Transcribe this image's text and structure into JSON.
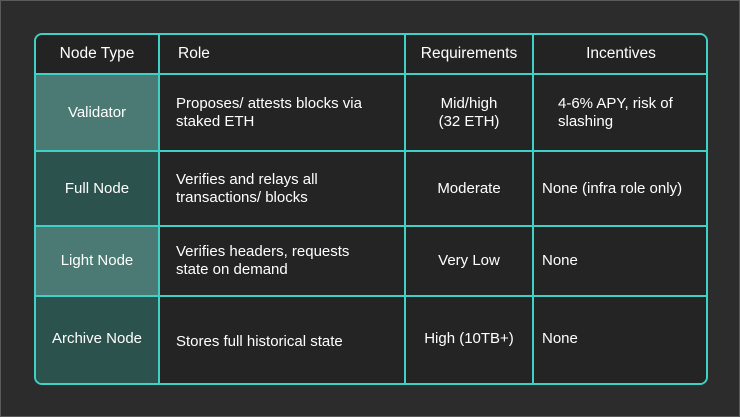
{
  "table": {
    "headers": [
      "Node Type",
      "Role",
      "Requirements",
      "Incentives"
    ],
    "rows": [
      {
        "node_type": "Validator",
        "role": "Proposes/ attests blocks via\nstaked ETH",
        "requirements": "Mid/high\n(32 ETH)",
        "incentives": "4-6% APY, risk of\nslashing"
      },
      {
        "node_type": "Full Node",
        "role": "Verifies and relays all\ntransactions/ blocks",
        "requirements": "Moderate",
        "incentives": "None (infra role only)"
      },
      {
        "node_type": "Light Node",
        "role": "Verifies headers, requests\nstate on demand",
        "requirements": "Very Low",
        "incentives": "None"
      },
      {
        "node_type": "Archive Node",
        "role": "Stores full historical state",
        "requirements": "High (10TB+)",
        "incentives": "None"
      }
    ]
  },
  "colors": {
    "background": "#2c2c2c",
    "border": "#3fd0c6",
    "highlight_light": "#4a7a73",
    "highlight_dark": "#2b524d",
    "text": "#ffffff"
  }
}
